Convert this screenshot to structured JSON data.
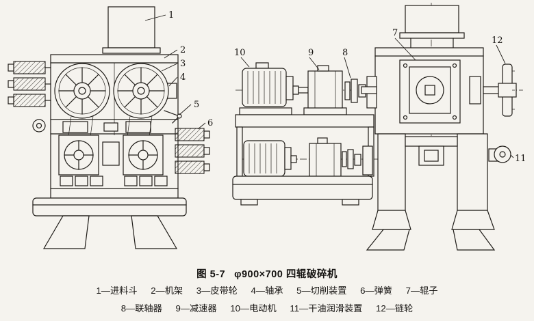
{
  "figure": {
    "caption_label": "图 5-7",
    "caption_title": "φ900×700 四辊破碎机"
  },
  "legend": {
    "items": [
      "1—进料斗",
      "2—机架",
      "3—皮带轮",
      "4—轴承",
      "5—切削装置",
      "6—弹簧",
      "7—辊子",
      "8—联轴器",
      "9—减速器",
      "10—电动机",
      "11—干油润滑装置",
      "12—链轮"
    ]
  },
  "callouts": {
    "c1": "1",
    "c2": "2",
    "c3": "3",
    "c4": "4",
    "c5": "5",
    "c6": "6",
    "c7": "7",
    "c8": "8",
    "c9": "9",
    "c10": "10",
    "c11": "11",
    "c12": "12"
  },
  "colors": {
    "ink": "#1e1b17",
    "paper": "#f5f3ee"
  }
}
